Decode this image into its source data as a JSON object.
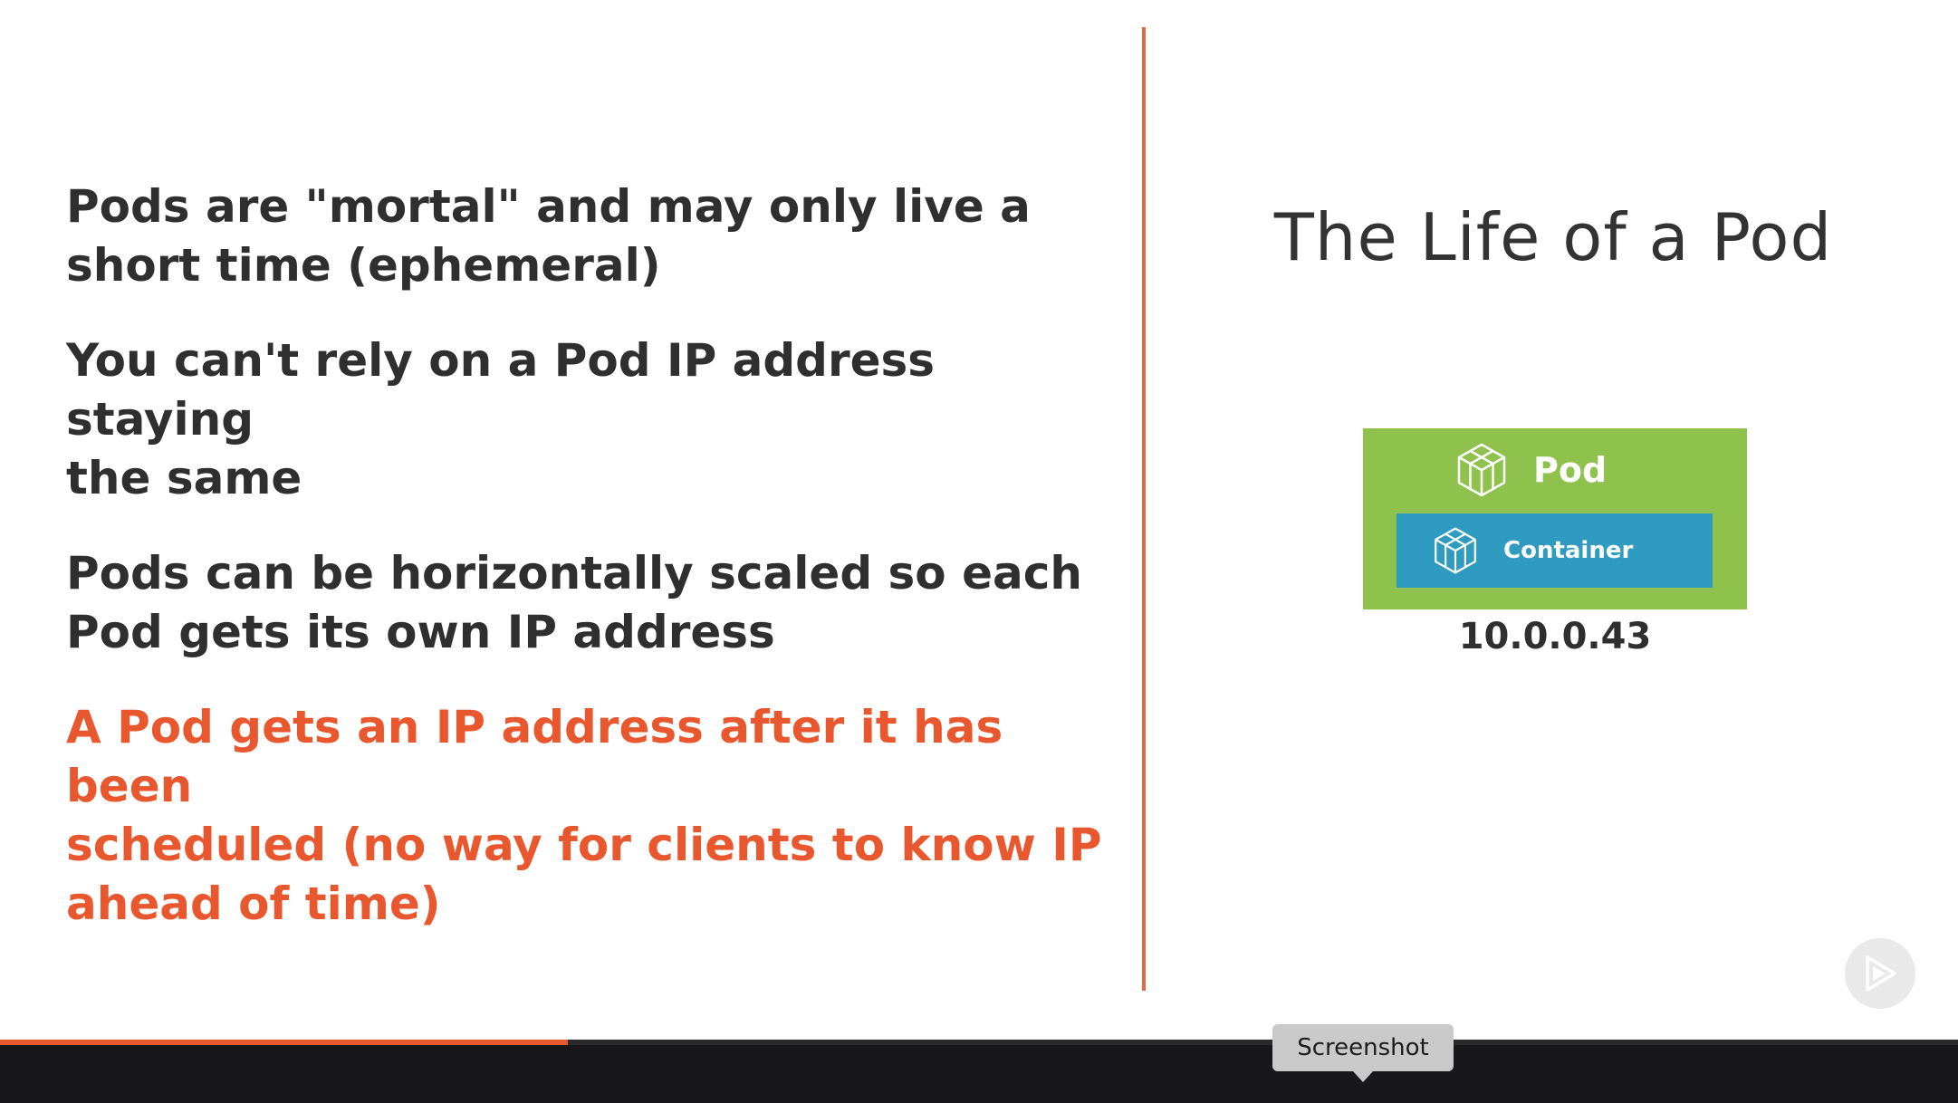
{
  "slide": {
    "title": "The Life of a Pod",
    "bullets": [
      {
        "text": "Pods are \"mortal\" and may only live a\nshort time (ephemeral)"
      },
      {
        "text": "You can't rely on a Pod IP address staying\nthe same"
      },
      {
        "text": "Pods can be horizontally scaled so each\nPod gets its own IP address"
      },
      {
        "text": "A Pod gets an IP address after it has been\nscheduled (no way for clients to know IP\nahead of time)"
      }
    ],
    "diagram": {
      "pod_label": "Pod",
      "pod_icon": "cube-icon",
      "container_label": "Container",
      "container_icon": "cube-icon",
      "ip_address": "10.0.0.43"
    },
    "colors": {
      "accent": "#e8572d",
      "pod_green": "#8fc24d",
      "container_blue": "#2f9bc1",
      "divider": "#e06a42"
    }
  },
  "player": {
    "progress_fraction": 0.29,
    "tooltip": "Screenshot",
    "play_badge_icon": "play-icon"
  }
}
